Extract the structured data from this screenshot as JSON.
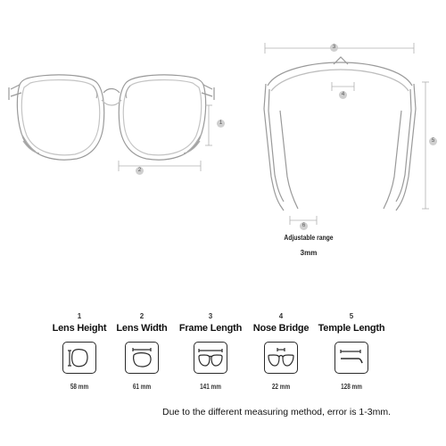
{
  "callouts": {
    "lens_height": "1",
    "lens_width": "2",
    "frame_length": "3",
    "nose_bridge": "4",
    "temple_length": "5",
    "adjustable": "6"
  },
  "adjustable": {
    "label": "Adjustable range",
    "value": "3mm"
  },
  "measurements": [
    {
      "number": "1",
      "label": "Lens Height",
      "value": "58 mm",
      "icon": "lens-height-icon"
    },
    {
      "number": "2",
      "label": "Lens Width",
      "value": "61 mm",
      "icon": "lens-width-icon"
    },
    {
      "number": "3",
      "label": "Frame Length",
      "value": "141 mm",
      "icon": "frame-length-icon"
    },
    {
      "number": "4",
      "label": "Nose Bridge",
      "value": "22 mm",
      "icon": "nose-bridge-icon"
    },
    {
      "number": "5",
      "label": "Temple Length",
      "value": "128 mm",
      "icon": "temple-length-icon"
    }
  ],
  "note": "Due to the different measuring method, error is 1-3mm.",
  "colors": {
    "sketch_line": "#9a9a9a",
    "dimension_line": "#b0b0b0",
    "text": "#111111"
  }
}
